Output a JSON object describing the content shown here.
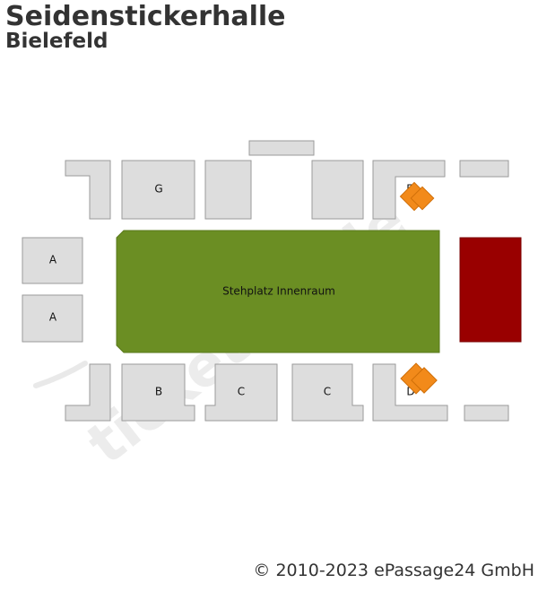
{
  "header": {
    "venue": "Seidenstickerhalle",
    "city": "Bielefeld"
  },
  "map": {
    "floor_label": "Stehplatz Innenraum",
    "sections": {
      "g": "G",
      "e": "E",
      "a_top": "A",
      "a_bottom": "A",
      "b": "B",
      "c_left": "C",
      "c_right": "C",
      "d": "D"
    },
    "colors": {
      "block": "#dddddd",
      "floor": "#6b8e23",
      "stage": "#990000",
      "marker": "#f28a1a"
    },
    "watermark": "ticketbande"
  },
  "footer": {
    "copyright": "© 2010-2023 ePassage24 GmbH"
  }
}
